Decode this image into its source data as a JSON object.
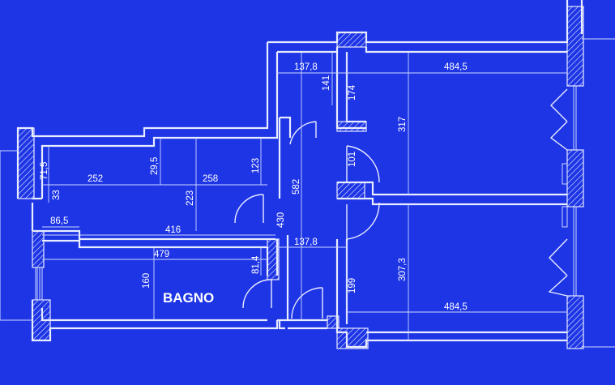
{
  "room_labels": {
    "bathroom": "BAGNO"
  },
  "dimensions": {
    "d_137_8_top": "137,8",
    "d_484_5_top": "484,5",
    "d_141": "141",
    "d_174": "174",
    "d_317": "317",
    "d_101": "101",
    "d_582": "582",
    "d_430": "430",
    "d_137_8_mid": "137,8",
    "d_307_3": "307,3",
    "d_199": "199",
    "d_484_5_bottom": "484,5",
    "d_252": "252",
    "d_258": "258",
    "d_29_5": "29,5",
    "d_123": "123",
    "d_223": "223",
    "d_71_5": "71,5",
    "d_33": "33",
    "d_86_5": "86,5",
    "d_416": "416",
    "d_479": "479",
    "d_81_4": "81,4",
    "d_160": "160"
  },
  "colors": {
    "background": "#1e35e6",
    "lines": "#e8ecff"
  }
}
